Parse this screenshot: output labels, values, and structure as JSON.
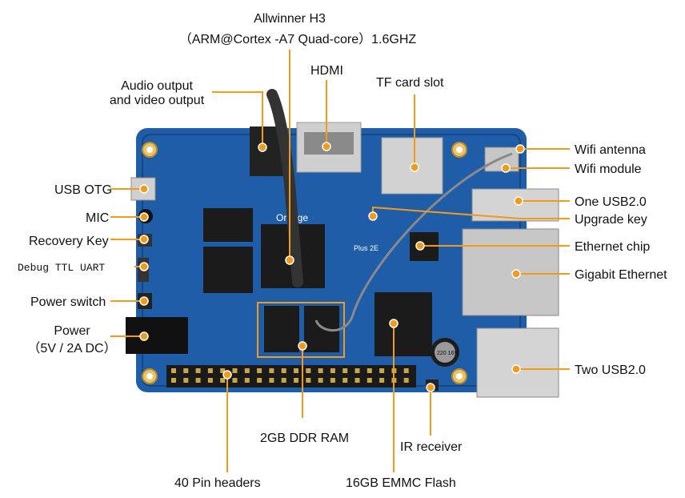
{
  "colors": {
    "pcb": "#1f5da8",
    "pcb_dark": "#154780",
    "leader": "#f29a1a",
    "metal": "#c9c9c9",
    "chip": "#1b1b1b"
  },
  "board_print": {
    "brand": "Orange",
    "model": "Plus 2E",
    "capacitor": "220 16V"
  },
  "labels": {
    "soc_line1": "Allwinner H3",
    "soc_line2": "（ARM@Cortex  -A7 Quad-core）1.6GHZ",
    "hdmi": "HDMI",
    "tf": "TF card slot",
    "audio_line1": "Audio output",
    "audio_line2": "and video output",
    "usb_otg": "USB OTG",
    "mic": "MIC",
    "recovery": "Recovery Key",
    "debug": "Debug TTL UART",
    "power_switch": "Power switch",
    "power_line1": "Power",
    "power_line2": "（5V / 2A DC）",
    "wifi_antenna": "Wifi antenna",
    "wifi_module": "Wifi module",
    "one_usb": "One USB2.0",
    "upgrade": "Upgrade key",
    "eth_chip": "Ethernet chip",
    "gige": "Gigabit Ethernet",
    "two_usb": "Two USB2.0",
    "ram": "2GB DDR RAM",
    "ir": "IR receiver",
    "pins": "40 Pin headers",
    "emmc": "16GB EMMC Flash"
  }
}
